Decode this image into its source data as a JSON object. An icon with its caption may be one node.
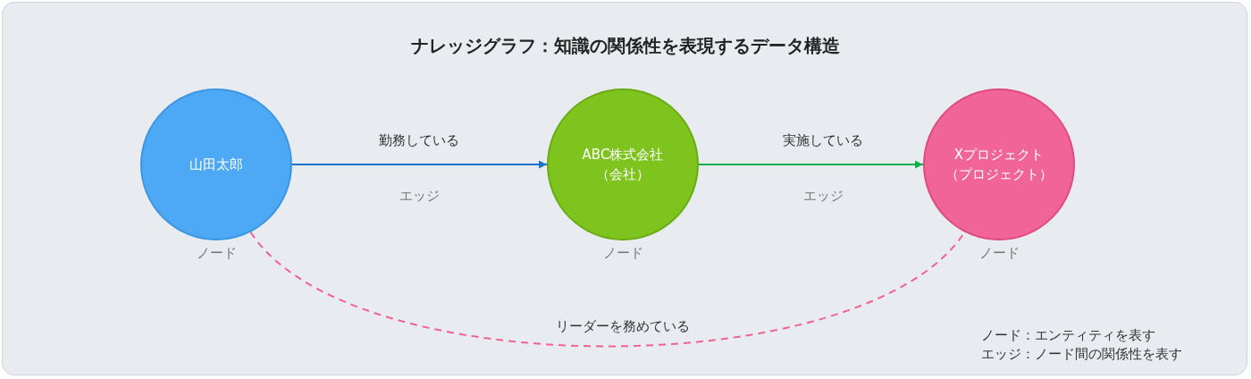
{
  "diagram": {
    "title": "ナレッジグラフ：知識の関係性を表現するデータ構造",
    "nodes": [
      {
        "text": [
          "山田太郎"
        ],
        "beside": [
          "ノード"
        ]
      },
      {
        "text": [
          "ABC株式会社",
          "（会社）"
        ],
        "beside": [
          "ノード"
        ]
      },
      {
        "text": [
          "Xプロジェクト",
          "（プロジェクト）"
        ],
        "beside": [
          "ノード"
        ]
      }
    ],
    "edges": [
      {
        "from": 0,
        "to": 1,
        "arrow": "to",
        "label": "勤務している",
        "color": "#1a73c8"
      },
      {
        "from": 1,
        "to": 2,
        "arrow": "to",
        "label": "実施している",
        "color": "#13b04a"
      },
      {
        "from": 0,
        "to": 2,
        "arrow": "none",
        "label": "リーダーを務めている",
        "style": "dashed",
        "color": "#f06292"
      }
    ],
    "labels": [
      "エッジ",
      "エッジ",
      "ノード：エンティティを表す",
      "エッジ：ノード間の関係性を表す"
    ]
  }
}
